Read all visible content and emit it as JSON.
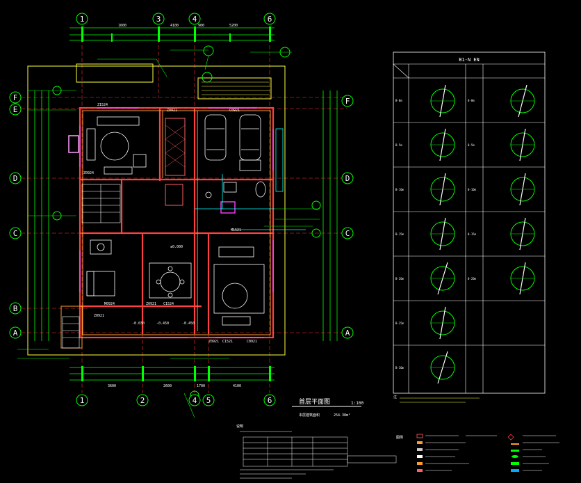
{
  "plan": {
    "top_axes": [
      "1",
      "3",
      "4",
      "6"
    ],
    "bottom_axes": [
      "1",
      "2",
      "4",
      "5",
      "6"
    ],
    "left_axes": [
      "F",
      "E",
      "D",
      "C",
      "B",
      "A"
    ],
    "right_axes": [
      "F",
      "D",
      "C",
      "A"
    ],
    "top_dims": [
      "1600",
      "4100",
      "900",
      "5200"
    ],
    "bottom_dims": [
      "3600",
      "2600",
      "1700",
      "4100"
    ],
    "title": "首层平面图",
    "scale": "1:100",
    "area_label": "本层建筑面积",
    "area_value": "254.38m²",
    "door_labels": [
      "Z0924",
      "Z0921",
      "Z1524",
      "M0924",
      "Z0921",
      "C1524",
      "Z0921",
      "C0921",
      "C1521",
      "Z0921",
      "M1521",
      "C0921"
    ],
    "elevations": [
      "±0.000",
      "-0.450",
      "-0.030",
      "-0.450"
    ]
  },
  "table": {
    "header": "B1-N   EN",
    "rows": [
      "B-0m",
      "B-5m",
      "B-10m",
      "B-15m",
      "B-20m",
      "B-25m",
      "B-30m"
    ],
    "col_labels": [
      "0-0m",
      "0-5m",
      "0-10m",
      "0-15m",
      "0-20m"
    ],
    "note": "注"
  },
  "notes": {
    "heading": "说明"
  },
  "legend": {
    "heading": "图例"
  },
  "colors": {
    "wall": "#ff4040",
    "axis": "#ffffff",
    "dim": "#00ff00",
    "cyan": "#00ffff",
    "yellow": "#ffff00",
    "magenta": "#ff00ff",
    "orange": "#ff9c30"
  }
}
